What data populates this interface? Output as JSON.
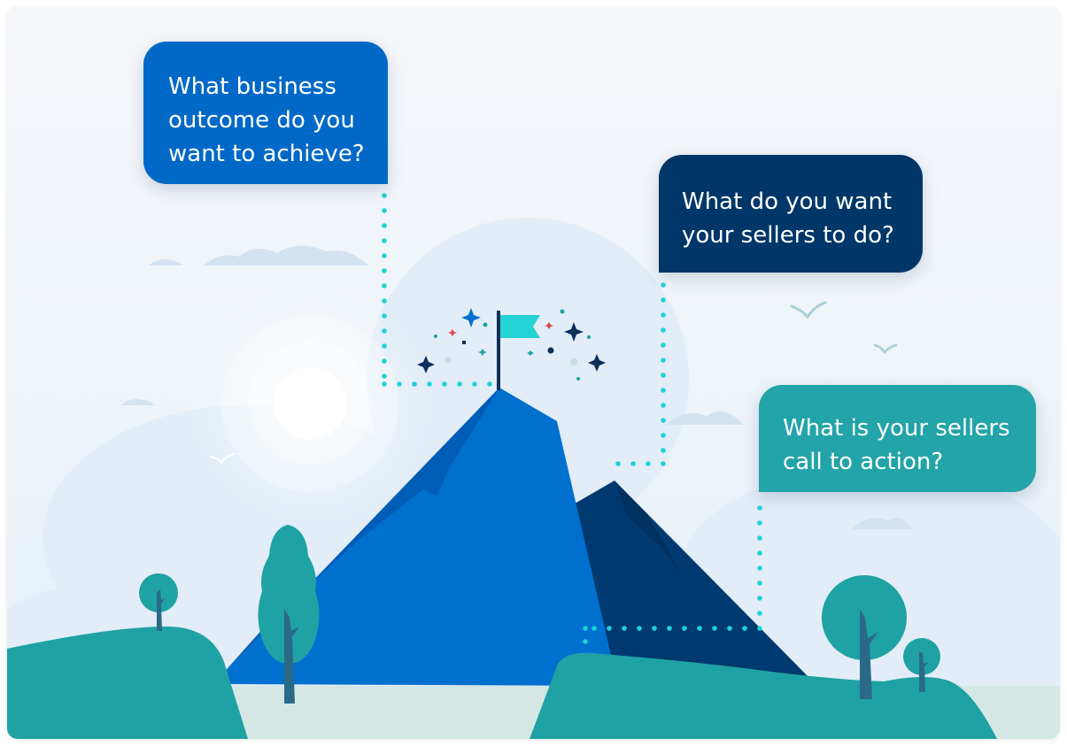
{
  "questions": [
    {
      "text": "What business\noutcome do you\nwant to achieve?"
    },
    {
      "text": "What do you want\nyour sellers to do?"
    },
    {
      "text": "What is your sellers\ncall to action?"
    }
  ],
  "colors": {
    "bubble_1": "#0069c8",
    "bubble_2": "#003668",
    "bubble_3": "#22a4a8",
    "mountain_main": "#0071d0",
    "mountain_back": "#003a70",
    "hill": "#1fa2a3",
    "flag": "#23d3d6",
    "dots": "#1ed2d8",
    "sky": "#eef4f9"
  },
  "icons": {
    "flag": "flag-icon",
    "sparkles": "sparkle-icon",
    "birds": "bird-icon",
    "sun": "sun-icon",
    "trees": "tree-icon"
  }
}
